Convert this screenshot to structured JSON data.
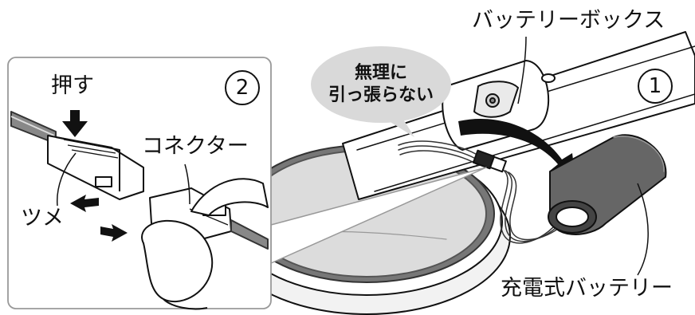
{
  "labels": {
    "battery_box": "バッテリーボックス",
    "push": "押す",
    "connector": "コネクター",
    "claw": "ツメ",
    "rechargeable_battery": "充電式バッテリー"
  },
  "bubble": {
    "line1": "無理に",
    "line2": "引っ張らない"
  },
  "steps": {
    "step1": "1",
    "step2": "2"
  }
}
